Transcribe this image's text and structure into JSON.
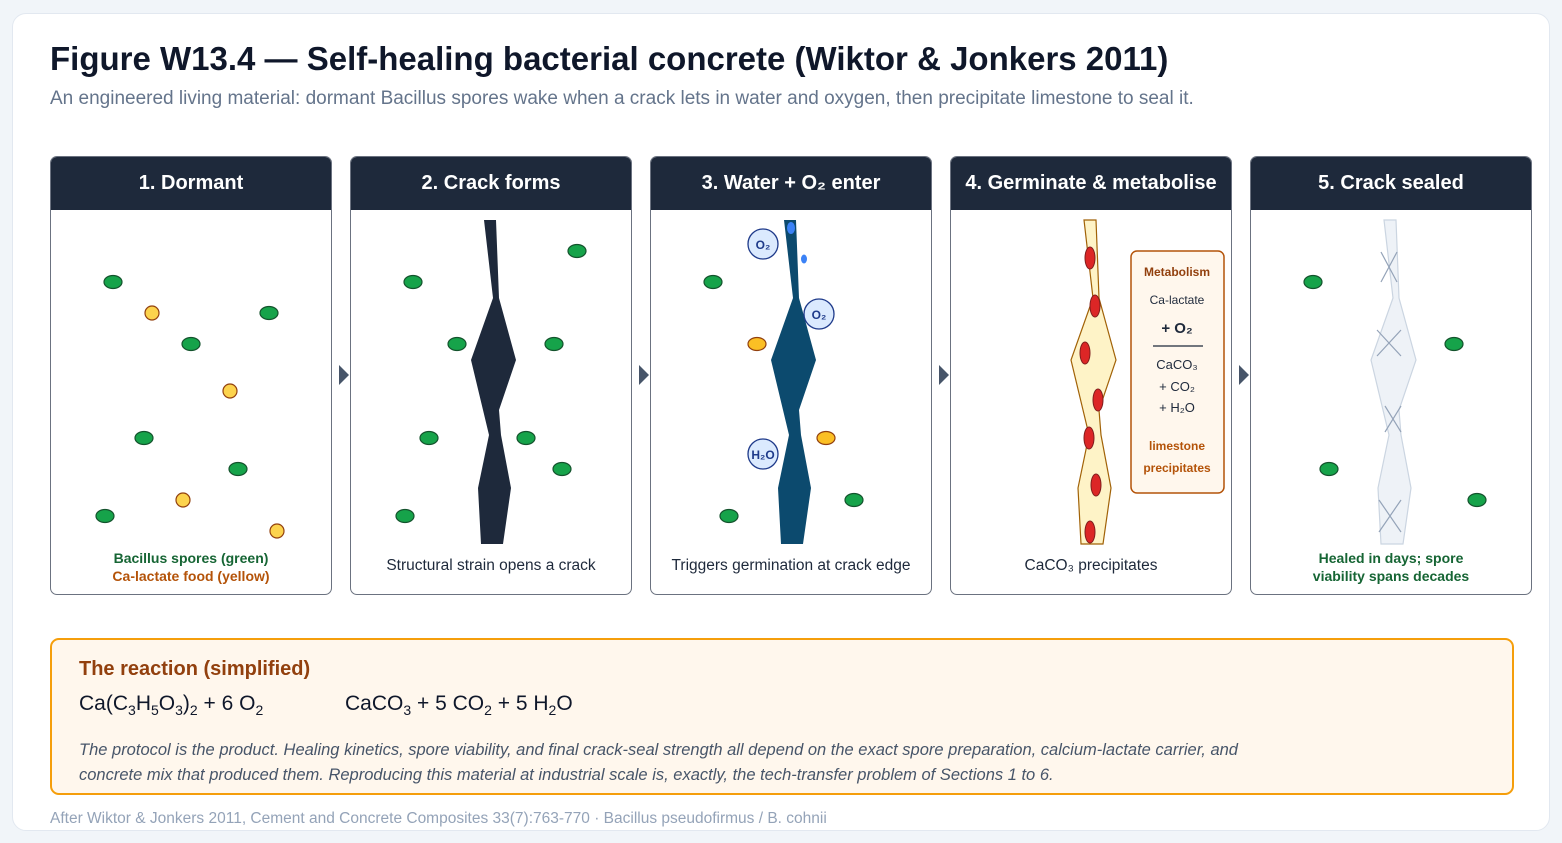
{
  "title": "Figure W13.4 — Self-healing bacterial concrete (Wiktor & Jonkers 2011)",
  "subtitle": "An engineered living material: dormant Bacillus spores wake when a crack lets in water and oxygen, then precipitate limestone to seal it.",
  "panels": [
    {
      "title": "1. Dormant",
      "caption_line1": "Bacillus spores (green)",
      "caption_line2": "Ca-lactate food (yellow)"
    },
    {
      "title": "2. Crack forms",
      "caption": "Structural strain opens a crack"
    },
    {
      "title": "3. Water + O₂ enter",
      "caption": "Triggers germination at crack edge",
      "label_o2": "O₂",
      "label_h2o": "H₂O"
    },
    {
      "title": "4. Germinate & metabolise",
      "caption": "CaCO₃ precipitates",
      "box": {
        "title": "Metabolism",
        "line1": "Ca-lactate",
        "line2": "+ O₂",
        "line3": "CaCO₃",
        "line4": "+ CO₂",
        "line5": "+ H₂O",
        "footer1": "limestone",
        "footer2": "precipitates"
      }
    },
    {
      "title": "5. Crack sealed",
      "caption_line1": "Healed in days; spore",
      "caption_line2": "viability spans decades"
    }
  ],
  "reaction": {
    "title": "The reaction (simplified)",
    "lhs_a": "Ca(C",
    "lhs_s1": "3",
    "lhs_b": "H",
    "lhs_s2": "5",
    "lhs_c": "O",
    "lhs_s3": "3",
    "lhs_d": ")",
    "lhs_s4": "2",
    "lhs_e": " + 6 O",
    "lhs_s5": "2",
    "rhs_a": "CaCO",
    "rhs_s1": "3",
    "rhs_b": " + 5 CO",
    "rhs_s2": "2",
    "rhs_c": " + 5 H",
    "rhs_s3": "2",
    "rhs_d": "O",
    "note": "The protocol is the product. Healing kinetics, spore viability, and final crack-seal strength all depend on the exact spore preparation, calcium-lactate carrier, and concrete mix that produced them. Reproducing this material at industrial scale is, exactly, the tech-transfer problem of Sections 1 to 6."
  },
  "footer": "After Wiktor & Jonkers 2011, Cement and Concrete Composites 33(7):763-770 · Bacillus pseudofirmus / B. cohnii",
  "colors": {
    "header": "#1e293b",
    "spore": "#16a34a",
    "food": "#fcd34d",
    "crack": "#1e293b",
    "water": "#0c4a6e",
    "calcite": "#dc2626",
    "accent": "#f59e0b"
  }
}
